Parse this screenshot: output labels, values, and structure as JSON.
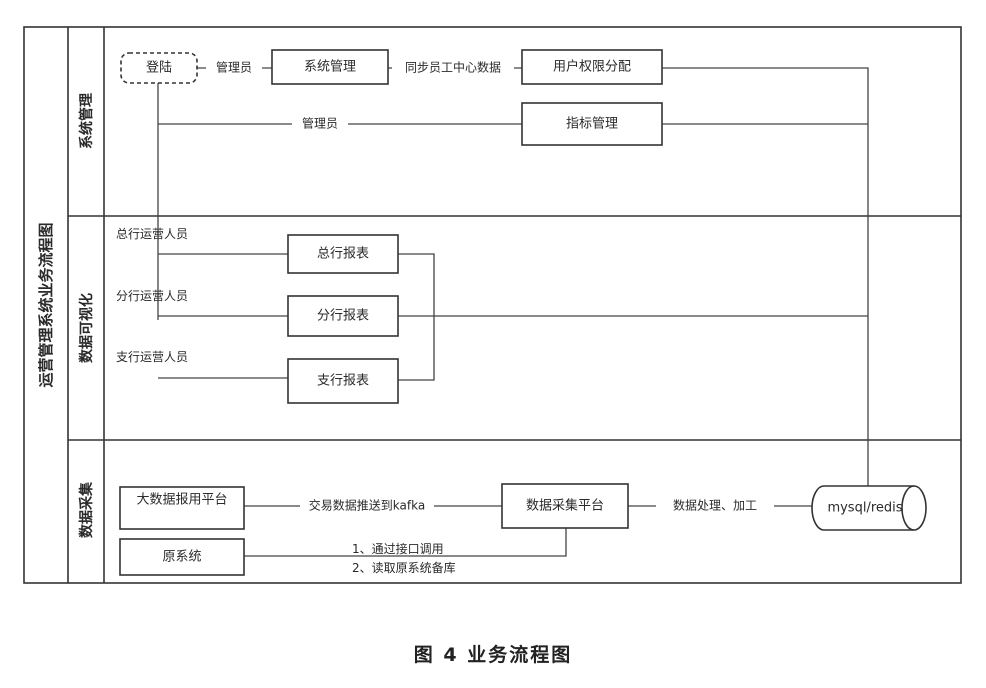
{
  "diagram": {
    "title": "运营管理系统业务流程图",
    "lanes": [
      "系统管理",
      "数据可视化",
      "数据采集"
    ],
    "nodes": {
      "login": "登陆",
      "system_mgmt": "系统管理",
      "user_perm": "用户权限分配",
      "indicator_mgmt": "指标管理",
      "head_report": "总行报表",
      "branch_report": "分行报表",
      "subbranch_report": "支行报表",
      "bigdata_platform": "大数据报用平台",
      "old_system": "原系统",
      "collect_platform": "数据采集平台",
      "db": "mysql/redis"
    },
    "labels": {
      "admin1": "管理员",
      "sync": "同步员工中心数据",
      "admin2": "管理员",
      "head_staff": "总行运营人员",
      "branch_staff": "分行运营人员",
      "subbranch_staff": "支行运营人员",
      "kafka": "交易数据推送到kafka",
      "processing": "数据处理、加工",
      "way1": "1、通过接口调用",
      "way2": "2、读取原系统备库"
    }
  },
  "caption": "图 4 业务流程图"
}
